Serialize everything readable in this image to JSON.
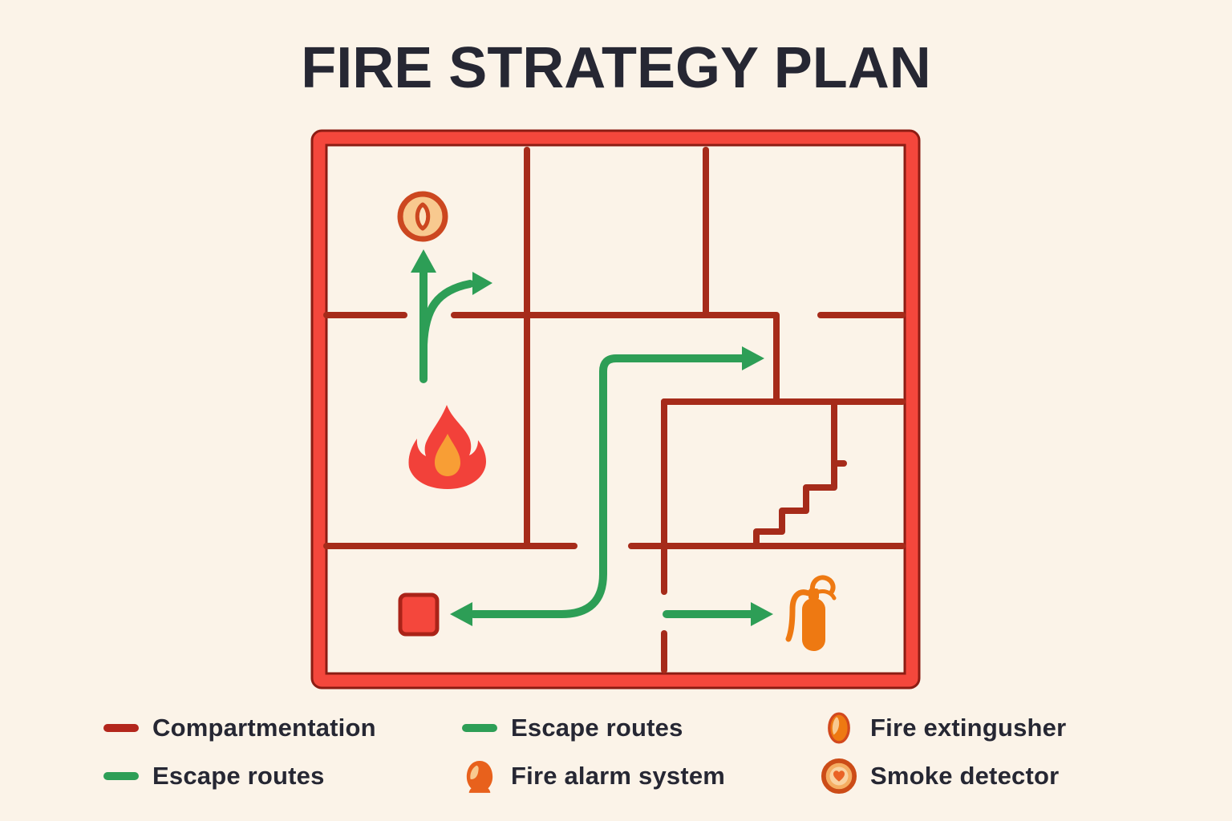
{
  "title": "FIRE STRATEGY PLAN",
  "legend": {
    "columns": [
      {
        "items": [
          {
            "icon": "red-line-swatch",
            "label": "Compartmentation"
          },
          {
            "icon": "green-line-swatch",
            "label": "Escape routes"
          }
        ]
      },
      {
        "items": [
          {
            "icon": "green-line-swatch",
            "label": "Escape routes"
          },
          {
            "icon": "fire-alarm-icon",
            "label": "Fire alarm system"
          }
        ]
      },
      {
        "items": [
          {
            "icon": "fire-extinguisher-icon",
            "label": "Fire extingusher"
          },
          {
            "icon": "smoke-detector-icon",
            "label": "Smoke detector"
          }
        ]
      }
    ]
  },
  "plan": {
    "icons": [
      {
        "name": "smoke-detector-icon"
      },
      {
        "name": "fire-icon"
      },
      {
        "name": "exit-square"
      },
      {
        "name": "stairs"
      },
      {
        "name": "fire-extinguisher-icon"
      }
    ]
  },
  "colors": {
    "bg": "#fbf3e8",
    "text": "#262733",
    "border-red": "#f4473c",
    "border-outline": "#8c1c13",
    "wall-red": "#a62b1a",
    "escape-green": "#2d9e56",
    "legend-red": "#b3261c",
    "flame-red": "#f2413a",
    "flame-orange": "#f89e35",
    "orange": "#ee7912",
    "deep-orange": "#e8611c",
    "ring-orange": "#cc4720",
    "peach": "#f8c98f",
    "peach-light": "#fbe3c0"
  }
}
